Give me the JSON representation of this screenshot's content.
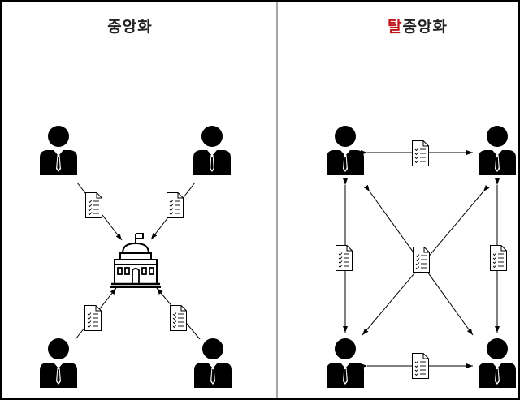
{
  "panels": {
    "left": {
      "title": "중앙화"
    },
    "right": {
      "title_accent": "탈",
      "title_rest": "중앙화"
    }
  },
  "colors": {
    "ink": "#000000",
    "title_accent": "#c0161d",
    "divider": "#888888",
    "underline": "#b5b5b5"
  },
  "icons": [
    "person-icon",
    "document-icon",
    "government-building-icon"
  ]
}
